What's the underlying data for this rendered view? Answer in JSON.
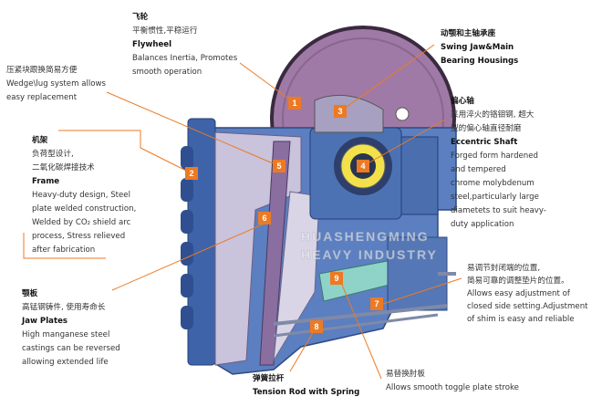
{
  "callouts": {
    "flywheel": {
      "number": "1",
      "zh": [
        "飞轮",
        "平衡惯性,平稳运行"
      ],
      "en_title": "Flywheel",
      "en": [
        "Balances Inertia, Promotes",
        "smooth operation"
      ]
    },
    "frame": {
      "number": "2",
      "zh": [
        "机架",
        "负荷型设计,",
        "二氧化碳焊接技术"
      ],
      "en_title": "Frame",
      "en": [
        "Heavy-duty design, Steel",
        "plate welded construction,",
        "Welded by CO₂ shield arc",
        "process, Stress relieved",
        "after fabrication"
      ]
    },
    "swing_jaw": {
      "number": "3",
      "zh": [
        "动颚和主轴承座"
      ],
      "en_title": [
        "Swing Jaw&Main",
        "Bearing Housings"
      ]
    },
    "eccentric_shaft": {
      "number": "4",
      "zh": [
        "偏心轴",
        "采用淬火的铬钼钢, 超大",
        "型的偏心轴直径耐磨"
      ],
      "en_title": "Eccentric Shaft",
      "en": [
        "Forged form hardened",
        "and tempered",
        "chrome molybdenum",
        "steel,particularly large",
        "diametets to suit heavy-",
        "duty application"
      ]
    },
    "wedge": {
      "number": "5",
      "zh": [
        "压紧块跟换简易方便"
      ],
      "en": [
        "Wedge\\lug system allows",
        "easy replacement"
      ]
    },
    "jaw_plates": {
      "number": "6",
      "zh": [
        "颚板",
        "高锰钢铸件, 使用寿命长"
      ],
      "en_title": "Jaw Plates",
      "en": [
        "High manganese steel",
        "castings can be reversed",
        "allowing extended life"
      ]
    },
    "adjustment": {
      "number": "7",
      "zh": [
        "易调节封闭端的位置,",
        "简易可靠的调整垫片的位置。"
      ],
      "en": [
        "Allows easy adjustment of",
        "closed side setting.Adjustment",
        "of shim is easy and reliable"
      ]
    },
    "tension_rod": {
      "number": "8",
      "zh": [
        "弹簧拉杆"
      ],
      "en_title": "Tension Rod with Spring"
    },
    "toggle": {
      "number": "9",
      "zh": [
        "易替换肘板"
      ],
      "en": [
        "Allows smooth toggle plate stroke"
      ]
    }
  },
  "watermark": [
    "HUASHENGMING",
    "HEAVY INDUSTRY"
  ],
  "colors": {
    "accent": "#ec7a24",
    "frame": "#4f73b5",
    "flywheel": "#a07aa6",
    "jaw": "#c9c3dc",
    "toggle": "#8fd3c8"
  }
}
